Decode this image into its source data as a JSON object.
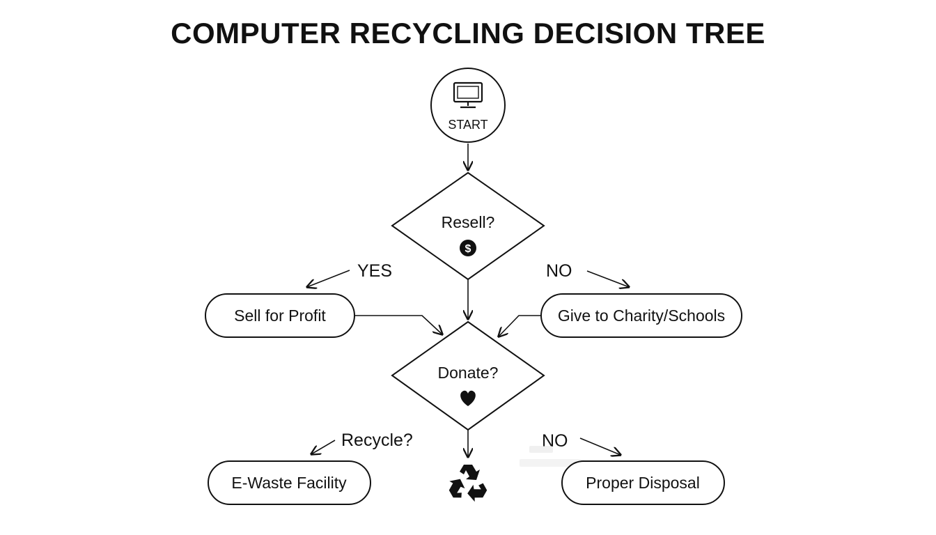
{
  "title": "COMPUTER RECYCLING DECISION TREE",
  "nodes": {
    "start": {
      "label": "START",
      "icon": "computer-monitor-icon"
    },
    "resell": {
      "label": "Resell?",
      "icon": "dollar-coin-icon"
    },
    "donate": {
      "label": "Donate?",
      "icon": "heart-icon"
    },
    "sell": {
      "label": "Sell for Profit"
    },
    "charity": {
      "label": "Give to Charity/Schools"
    },
    "ewaste": {
      "label": "E-Waste Facility"
    },
    "disposal": {
      "label": "Proper Disposal"
    },
    "recycle_icon": {
      "icon": "recycle-icon"
    }
  },
  "labels": {
    "yes": "YES",
    "no_top": "NO",
    "recycle": "Recycle?",
    "no_bottom": "NO"
  },
  "colors": {
    "stroke": "#111111",
    "background": "#ffffff"
  }
}
